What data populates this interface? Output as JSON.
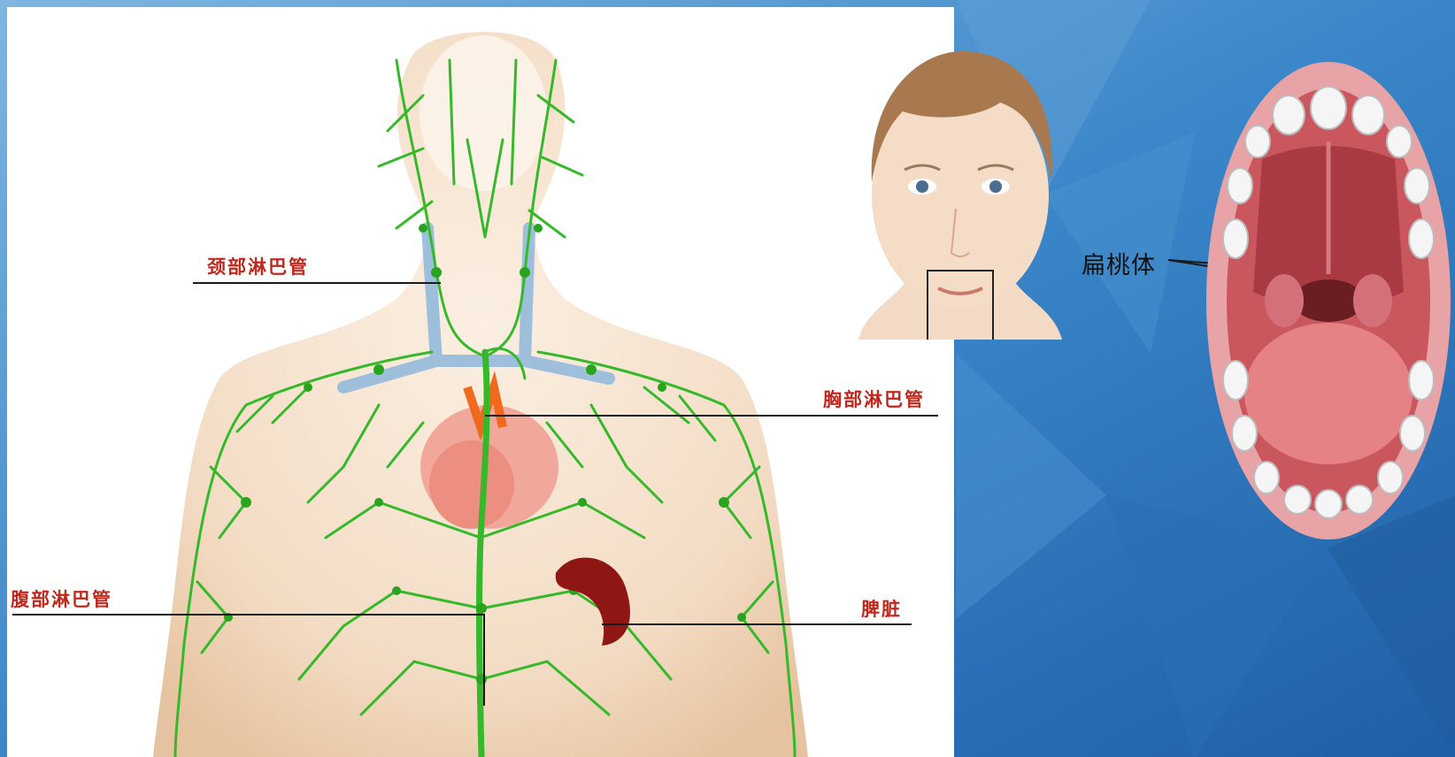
{
  "labels": {
    "neck_lymph": "颈部淋巴管",
    "chest_lymph": "胸部淋巴管",
    "abdomen_lymph": "腹部淋巴管",
    "spleen": "脾脏",
    "tonsil": "扁桃体"
  },
  "colors": {
    "background": "#2f7cc4",
    "lymph_vessels": "#35b92a",
    "label_text": "#c0281e",
    "spleen": "#8e1714",
    "skin": "#f3dcc4"
  },
  "icons": {
    "body": "human-torso-back-figure",
    "face": "child-face-figure",
    "mouth": "open-mouth-figure"
  }
}
